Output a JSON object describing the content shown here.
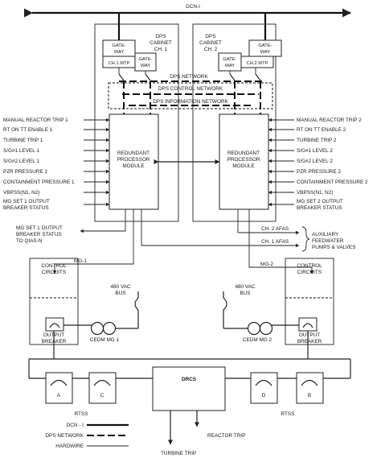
{
  "network": {
    "dcn": "DCN-I",
    "dps_network": "DPS NETWORK",
    "dps_control_network": "DPS CONTROL NETWORK",
    "dps_information_network": "DPS INFORMATION NETWORK"
  },
  "cabinet1": {
    "title_lines": [
      "DPS",
      "CABINET",
      "CH. 1"
    ],
    "gateway_lines": [
      "GATE-",
      "WAY"
    ],
    "mtp": "CH.1 MTP",
    "gateway2_lines": [
      "GATE-",
      "WAY"
    ],
    "module_lines": [
      "REDUNDANT",
      "PROCESSOR",
      "MODULE"
    ]
  },
  "cabinet2": {
    "title_lines": [
      "DPS",
      "CABINET",
      "CH. 2"
    ],
    "gateway_lines": [
      "GATE-",
      "WAY"
    ],
    "mtp": "CH.2 MTP",
    "gateway2_lines": [
      "GATE-",
      "WAY"
    ],
    "module_lines": [
      "REDUNDANT",
      "PROCESSOR",
      "MODULE"
    ]
  },
  "inputs_left": [
    "MANUAL REACTOR TRIP 1",
    "RT ON TT ENABLE 1",
    "TURBINE TRIP 1",
    "S/G#1 LEVEL 1",
    "S/G#2 LEVEL 1",
    "PZR PRESSURE 1",
    "CONTAINMENT PRESSURE 1",
    "VBPSS(N1, N2)",
    "MG SET 1 OUTPUT",
    "BREAKER STATUS"
  ],
  "inputs_right": [
    "MANUAL REACTOR TRIP 2",
    "RT ON TT ENABLE 2",
    "TURBINE TRIP 2",
    "S/G#1 LEVEL 2",
    "S/G#2 LEVEL 2",
    "PZR PRESSURE 2",
    "CONTAINMENT PRESSURE 2",
    "VBPSS(N1, N2)",
    "MG SET 2 OUTPUT",
    "BREAKER STATUS"
  ],
  "outputs": {
    "mg_status_lines": [
      "MG SET 1 OUTPUT",
      "BREAKER STATUS",
      "TO QIAS-N"
    ],
    "ch2_afas": "CH. 2 AFAS",
    "ch1_afas": "CH. 1 AFAS",
    "aux_feedwater_lines": [
      "AUXILIARY",
      "FEEDWATER",
      "PUMPS & VALVES"
    ]
  },
  "power": {
    "mg1": "MG-1",
    "mg2": "MG-2",
    "control_circuits_lines": [
      "CONTROL",
      "CIRCUITS"
    ],
    "output_breaker_lines": [
      "OUTPUT",
      "BREAKER"
    ],
    "bus_lines": [
      "480 VAC",
      "BUS"
    ],
    "cedm1": "CEDM MG 1",
    "cedm2": "CEDM MG 2"
  },
  "trip": {
    "breaker_a": "A",
    "breaker_b": "B",
    "breaker_c": "C",
    "breaker_d": "D",
    "rtss": "RTSS",
    "drcs": "DRCS",
    "reactor_trip": "REACTOR TRIP",
    "turbine_trip": "TURBINE TRIP"
  },
  "legend": {
    "dcn": "DCN - I",
    "dps_network": "DPS NETWORK",
    "hardwire": "HARDWIRE"
  }
}
